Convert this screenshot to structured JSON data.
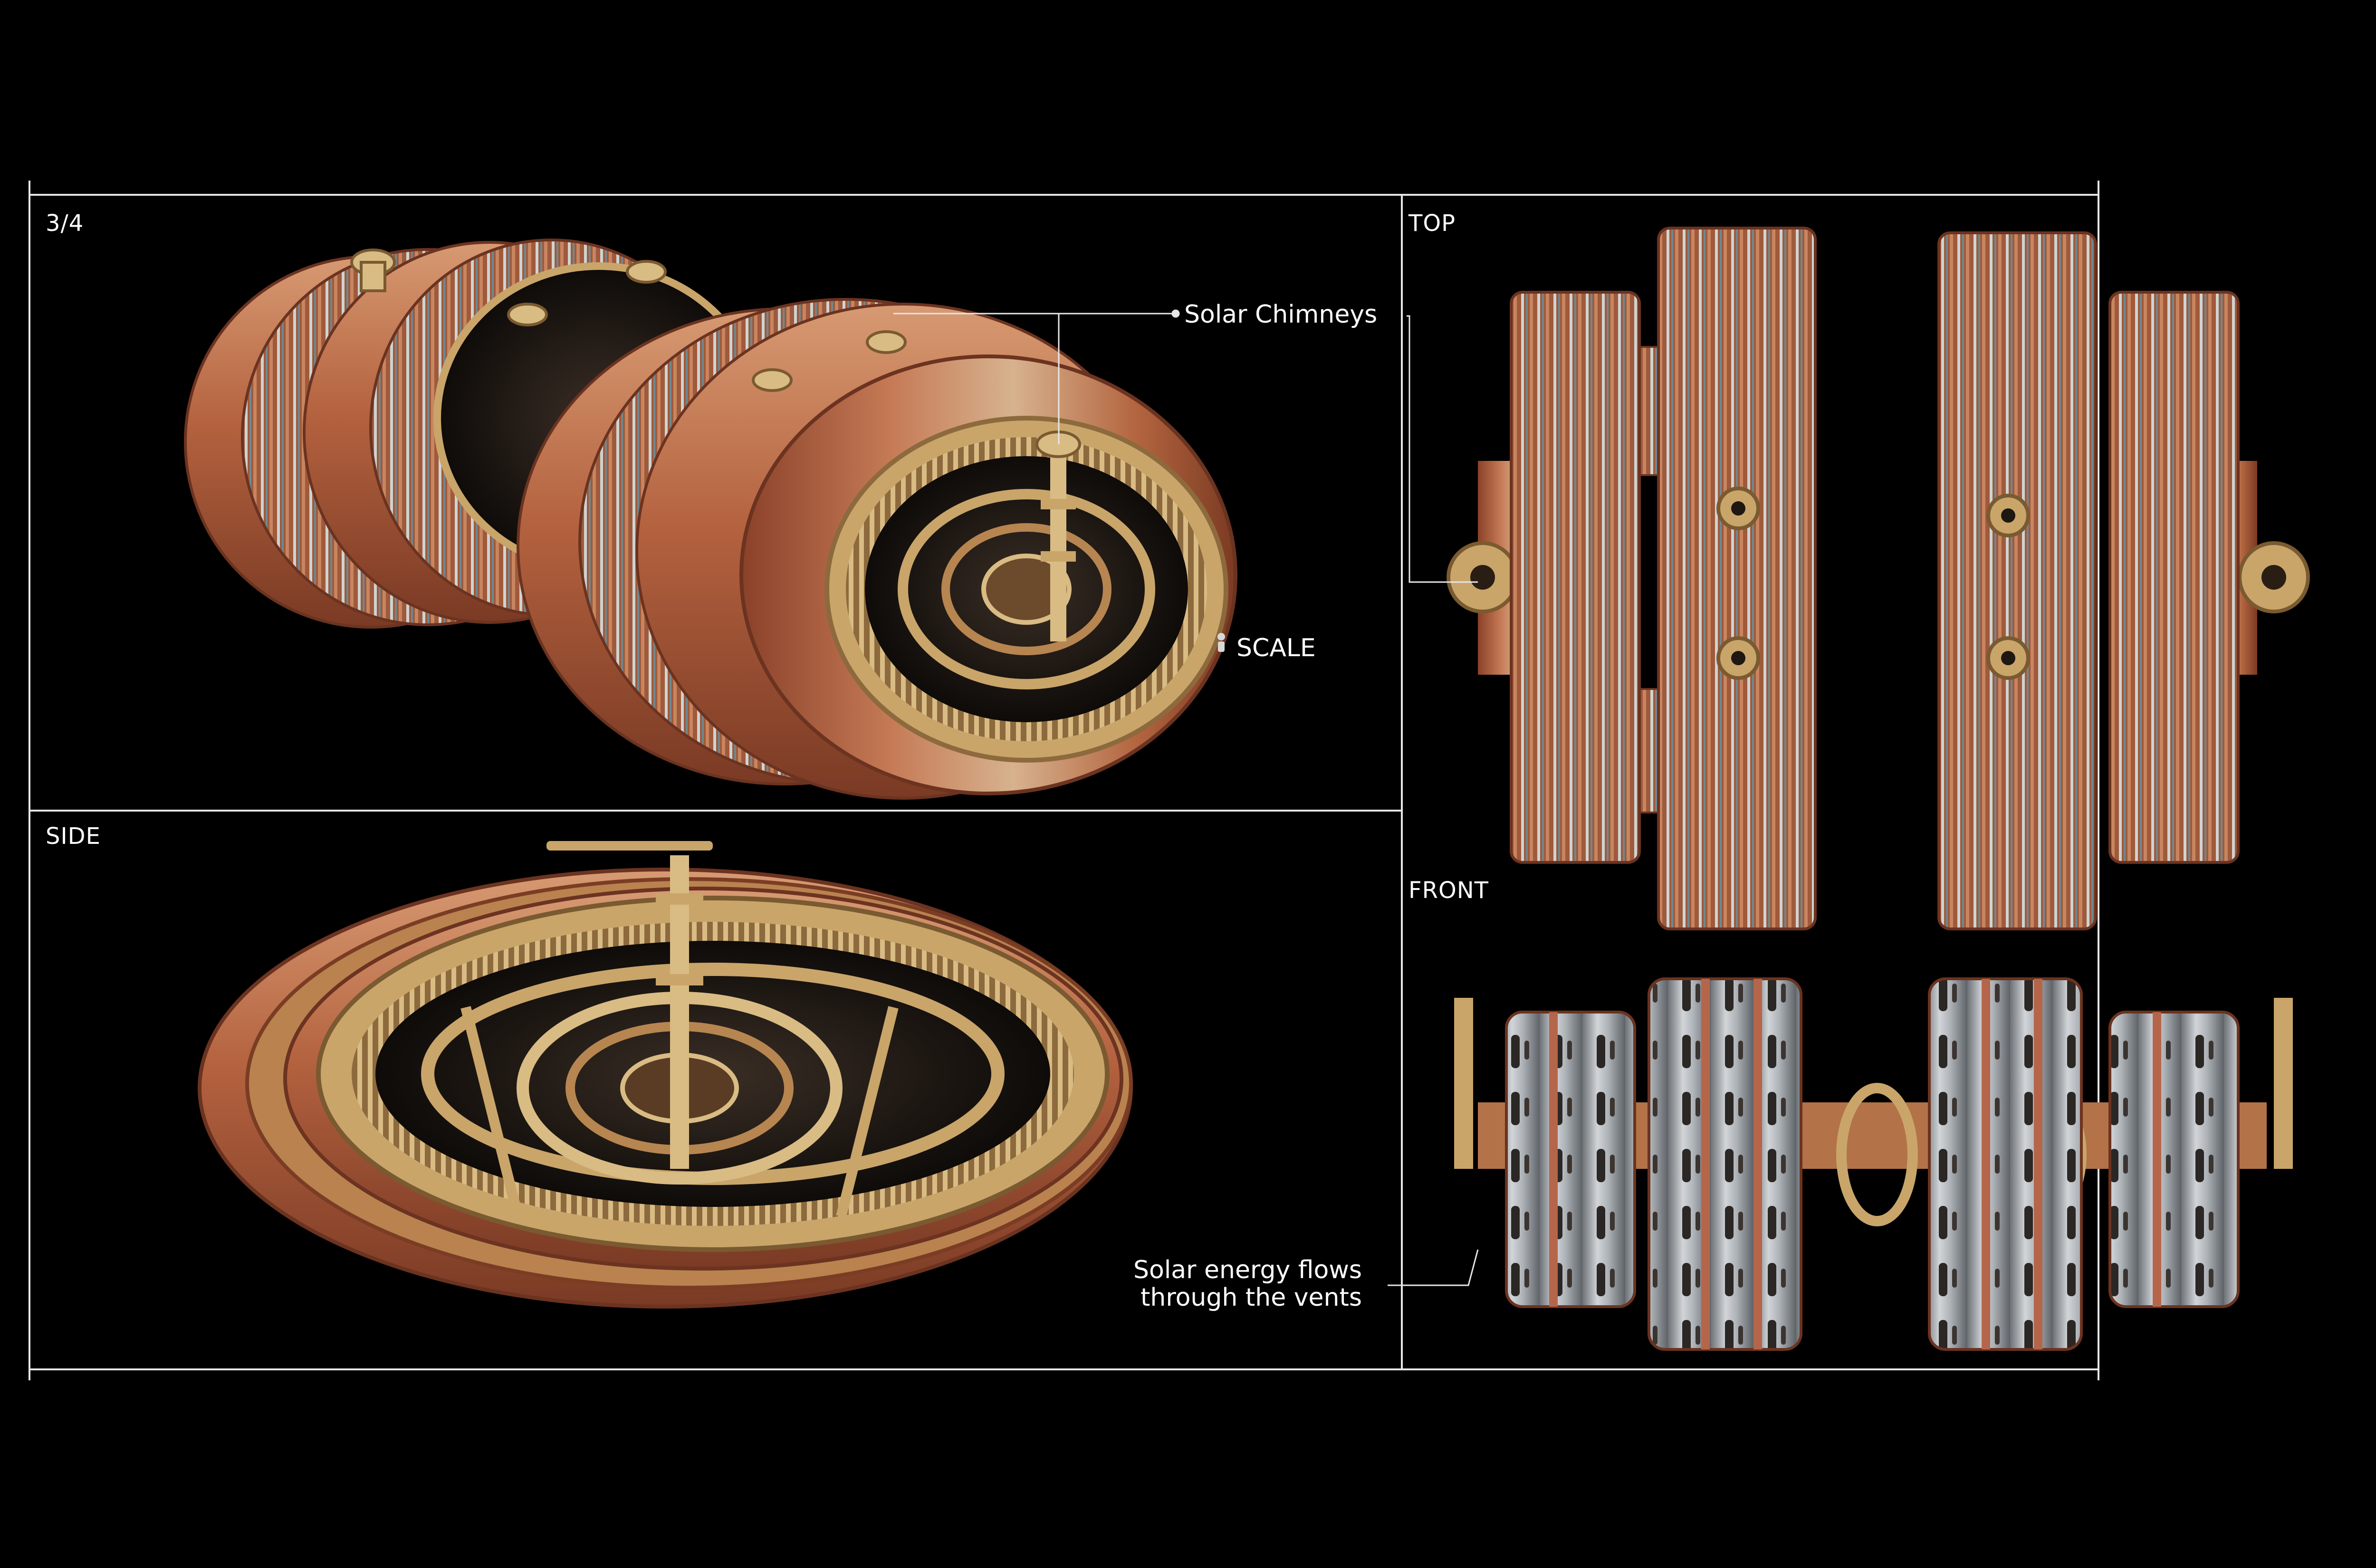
{
  "views": {
    "three_quarter": "3/4",
    "top": "TOP",
    "side": "SIDE",
    "front": "FRONT"
  },
  "annotations": {
    "solar_chimneys": "Solar Chimneys",
    "scale": "SCALE",
    "energy_line1": "Solar energy flows",
    "energy_line2": "through the vents"
  },
  "colors": {
    "background": "#000000",
    "frame": "#e6e6e6",
    "copper": "#b5664a",
    "brass": "#c9a56a",
    "dark_metal": "#2a2623",
    "silver": "#b9bcc0"
  }
}
